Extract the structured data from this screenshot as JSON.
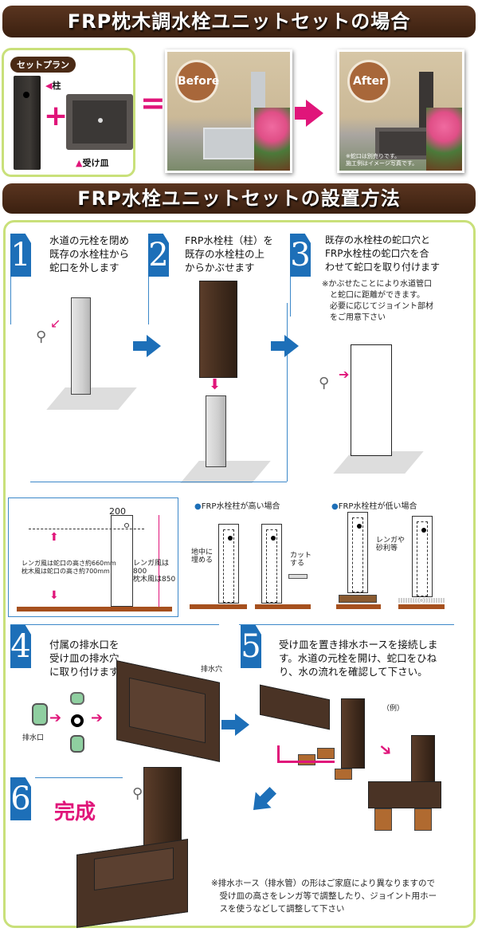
{
  "section1": {
    "title": "FRP枕木調水栓ユニットセットの場合",
    "set_plan_label": "セットプラン",
    "post_label": "柱",
    "basin_label": "受け皿",
    "before_label": "Before",
    "after_label": "After",
    "after_caption": "※蛇口は別売りです。\n施工例はイメージ写真です。"
  },
  "section2": {
    "title": "FRP水栓ユニットセットの設置方法",
    "steps": [
      {
        "number": "1",
        "text": "水道の元栓を閉め\n既存の水栓柱から\n蛇口を外します"
      },
      {
        "number": "2",
        "text": "FRP水栓柱（柱）を\n既存の水栓柱の上\nからかぶせます"
      },
      {
        "number": "3",
        "text": "既存の水栓柱の蛇口穴と\nFRP水栓柱の蛇口穴を合\nわせて蛇口を取り付けます",
        "note": "※かぶせたことにより水道管口\n　と蛇口に距離ができます。\n　必要に応じてジョイント部材\n　をご用意下さい"
      },
      {
        "number": "4",
        "text": "付属の排水口を\n受け皿の排水穴\nに取り付けます",
        "label_drain_hole": "排水穴",
        "label_drain_port": "排水口"
      },
      {
        "number": "5",
        "text": "受け皿を置き排水ホースを接続しま\nす。水道の元栓を開け、蛇口をひね\nり、水の流れを確認して下さい。",
        "example_label": "（例）"
      },
      {
        "number": "6",
        "text": "完成"
      }
    ],
    "dimension_diagram": {
      "width_label": "200",
      "faucet_height_text": "レンガ風は蛇口の高さ約660mm\n枕木風は蛇口の高さ約700mm",
      "post_height_text": "レンガ風は800\n枕木風は850"
    },
    "tall_case": {
      "title": "FRP水栓柱が高い場合",
      "bury_label": "地中に\n埋める",
      "cut_label": "カット\nする"
    },
    "short_case": {
      "title": "FRP水栓柱が低い場合",
      "support_label": "レンガや\n砂利等"
    },
    "footer_note": "※排水ホース（排水管）の形はご家庭により異なりますので\n　受け皿の高さをレンガ等で調整したり、ジョイント用ホー\n　スを使うなどして調整して下さい"
  },
  "colors": {
    "banner_brown": "#3b2010",
    "accent_pink": "#e0157a",
    "step_blue": "#1d6fb8",
    "frame_green": "#c9e07a",
    "ground_brown": "#a6501e"
  }
}
